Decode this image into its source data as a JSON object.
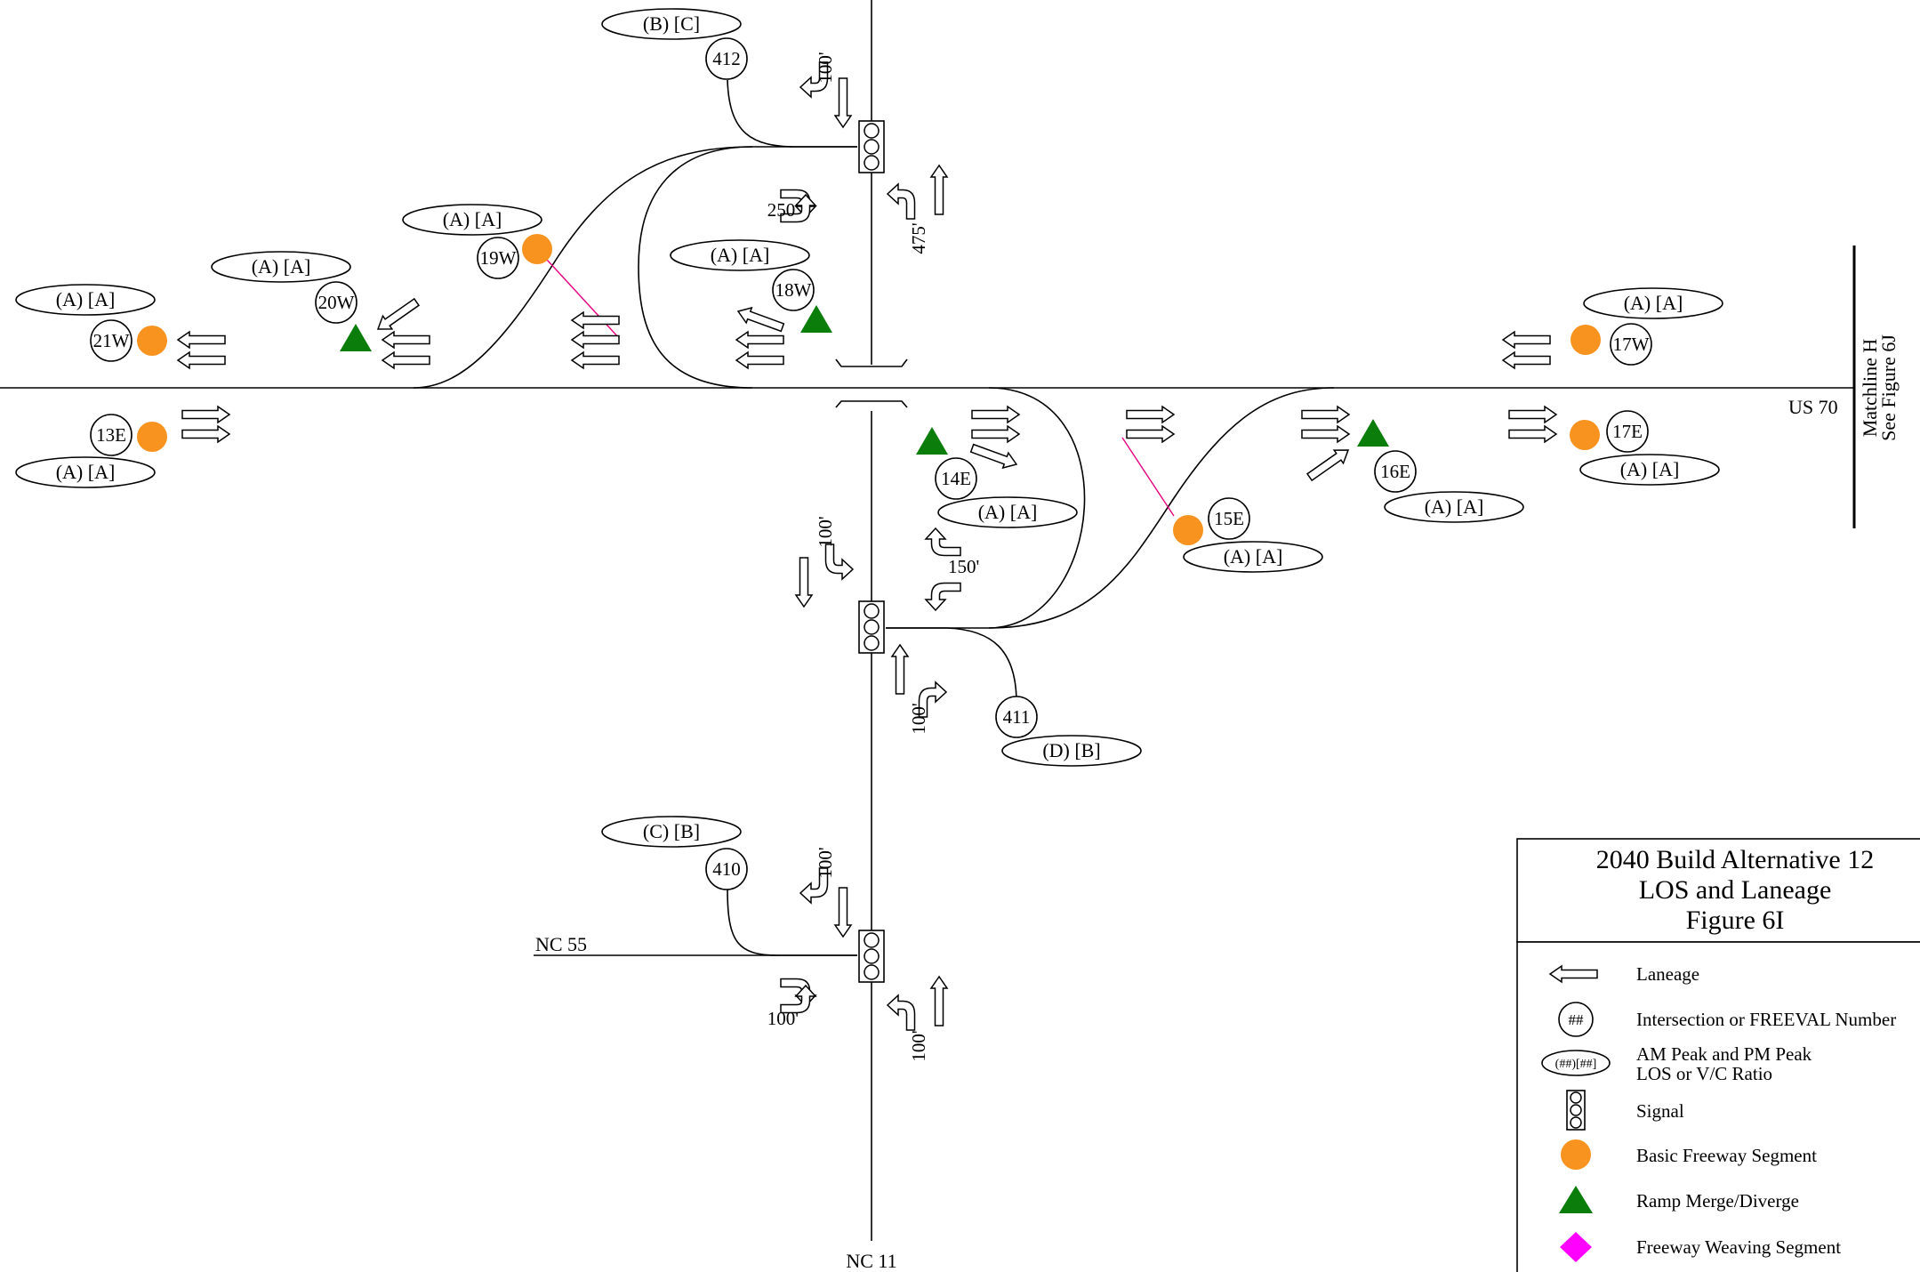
{
  "roads": {
    "mainline": "US 70",
    "north_south": "NC 11",
    "west_leg": "NC 55"
  },
  "matchline": {
    "line1": "Matchline H",
    "line2": "See Figure 6J"
  },
  "intersections": {
    "i412": {
      "number": "412",
      "los": "(B) [C]"
    },
    "i411": {
      "number": "411",
      "los": "(D) [B]"
    },
    "i410": {
      "number": "410",
      "los": "(C) [B]"
    }
  },
  "segments": {
    "s21W": {
      "number": "21W",
      "los": "(A) [A]",
      "type": "basic-freeway"
    },
    "s20W": {
      "number": "20W",
      "los": "(A) [A]",
      "type": "ramp-merge-diverge"
    },
    "s19W": {
      "number": "19W",
      "los": "(A) [A]",
      "type": "basic-freeway"
    },
    "s18W": {
      "number": "18W",
      "los": "(A) [A]",
      "type": "ramp-merge-diverge"
    },
    "s17W": {
      "number": "17W",
      "los": "(A) [A]",
      "type": "basic-freeway"
    },
    "s13E": {
      "number": "13E",
      "los": "(A) [A]",
      "type": "basic-freeway"
    },
    "s14E": {
      "number": "14E",
      "los": "(A) [A]",
      "type": "ramp-merge-diverge"
    },
    "s15E": {
      "number": "15E",
      "los": "(A) [A]",
      "type": "basic-freeway"
    },
    "s16E": {
      "number": "16E",
      "los": "(A) [A]",
      "type": "ramp-merge-diverge"
    },
    "s17E": {
      "number": "17E",
      "los": "(A) [A]",
      "type": "basic-freeway"
    }
  },
  "storage_lengths": {
    "i412_sb_left": "100'",
    "i412_eb_turns": "250'",
    "i412_nb_left": "475'",
    "i411_sb_right": "100'",
    "i411_wb_turns": "150'",
    "i411_nb_right": "100'",
    "i410_sb_left": "100'",
    "i410_eb_turns": "100'",
    "i410_nb_left": "100'"
  },
  "legend": {
    "title_line1": "2040 Build Alternative 12",
    "title_line2": "LOS and Laneage",
    "title_line3": "Figure 6I",
    "items": [
      {
        "icon": "laneage-arrow-icon",
        "label": "Laneage"
      },
      {
        "icon": "intersection-number-icon",
        "symbol": "##",
        "label": "Intersection or FREEVAL Number"
      },
      {
        "icon": "los-oval-icon",
        "symbol": "(##)[##]",
        "label": "AM Peak and PM Peak",
        "label2": "LOS or V/C Ratio"
      },
      {
        "icon": "signal-icon",
        "label": "Signal"
      },
      {
        "icon": "orange-circle-icon",
        "label": "Basic Freeway Segment",
        "color": "#f7931e"
      },
      {
        "icon": "green-triangle-icon",
        "label": "Ramp Merge/Diverge",
        "color": "#0a7d0a"
      },
      {
        "icon": "magenta-diamond-icon",
        "label": "Freeway Weaving Segment",
        "color": "#ff00ff"
      }
    ]
  },
  "colors": {
    "basic_freeway": "#f7931e",
    "ramp_merge_diverge": "#0a7d0a",
    "weaving": "#ff00ff",
    "weave_line": "#e6007e"
  }
}
